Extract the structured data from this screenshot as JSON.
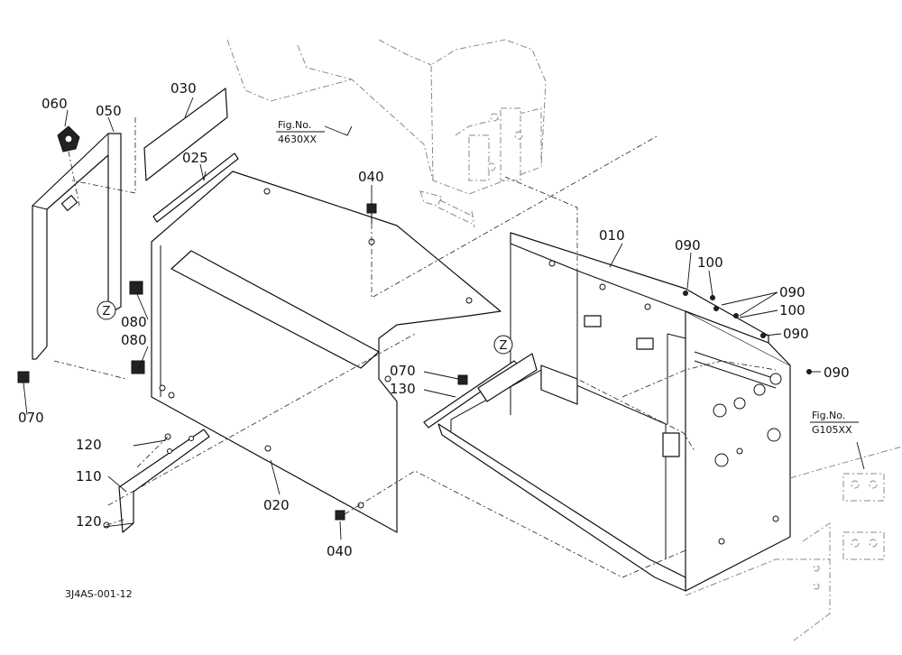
{
  "labels": {
    "p010": "010",
    "p020": "020",
    "p025": "025",
    "p030": "030",
    "p040a": "040",
    "p040b": "040",
    "p050": "050",
    "p060": "060",
    "p070a": "070",
    "p070b": "070",
    "p080a": "080",
    "p080b": "080",
    "p090a": "090",
    "p090b": "090",
    "p090c": "090",
    "p090d": "090",
    "p100a": "100",
    "p100b": "100",
    "p110": "110",
    "p120a": "120",
    "p120b": "120",
    "p130": "130"
  },
  "references": {
    "fig_upper_line1": "Fig.No.",
    "fig_upper_line2": "4630XX",
    "fig_right_line1": "Fig.No.",
    "fig_right_line2": "G105XX"
  },
  "markers": {
    "z_left": "Z",
    "z_right": "Z"
  },
  "drawing_code": "3J4AS-001-12"
}
